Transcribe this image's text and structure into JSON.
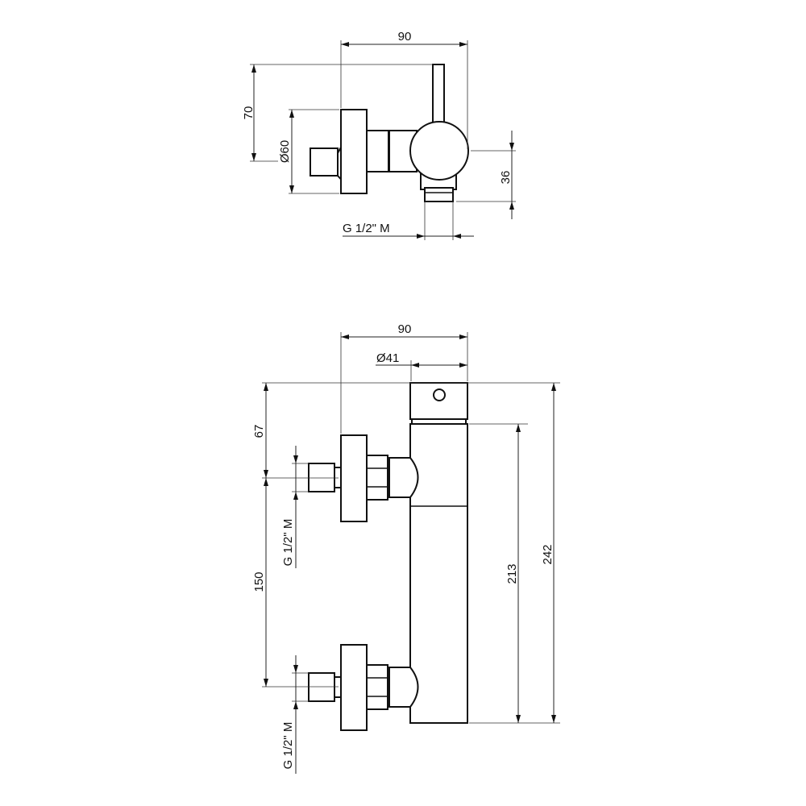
{
  "top_view": {
    "width_label": "90",
    "height_label": "70",
    "flange_diameter_label": "Ø60",
    "outlet_offset_label": "36",
    "outlet_thread_label": "G 1/2\" M"
  },
  "front_view": {
    "width_label": "90",
    "body_diameter_label": "Ø41",
    "top_to_inlet_label": "67",
    "inlet_spacing_label": "150",
    "body_height_label": "213",
    "overall_height_label": "242",
    "upper_inlet_thread_label": "G 1/2\" M",
    "lower_inlet_thread_label": "G 1/2\" M"
  },
  "colors": {
    "line": "#111111",
    "background": "#ffffff"
  }
}
